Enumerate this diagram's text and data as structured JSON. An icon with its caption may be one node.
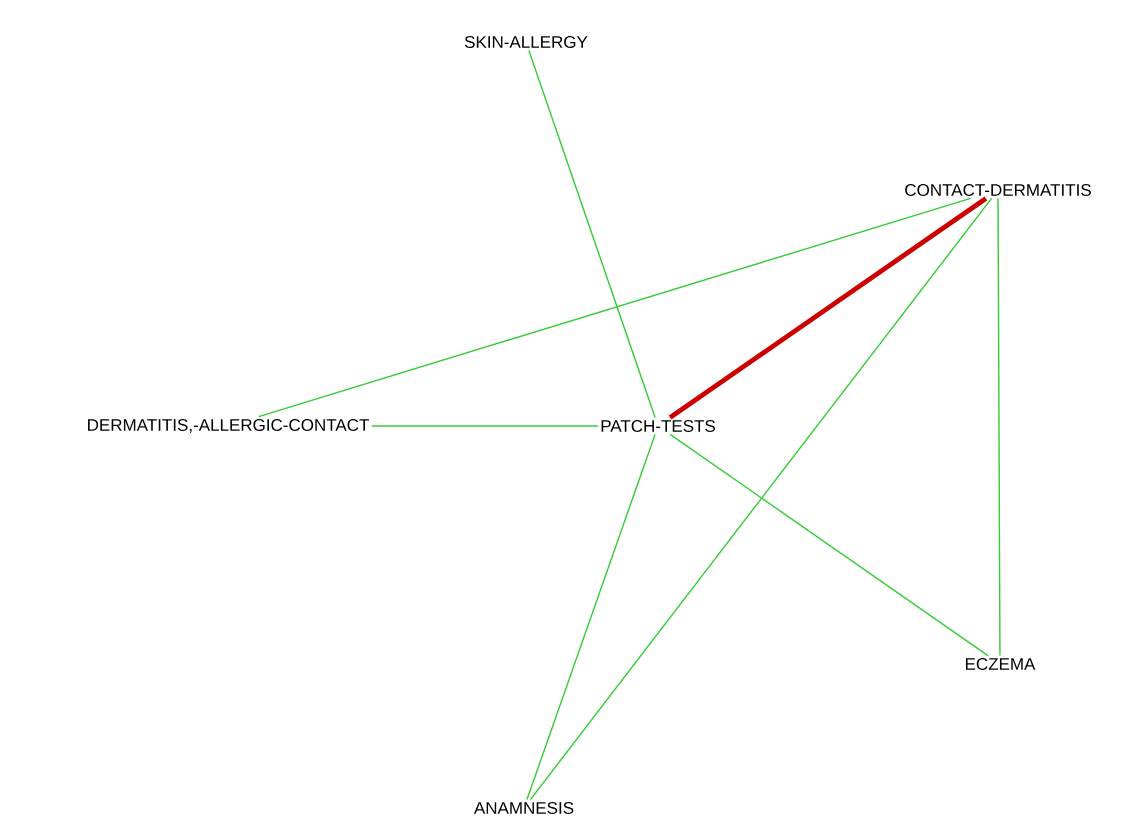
{
  "diagram": {
    "nodes": [
      {
        "text": [
          "SKIN-ALLERGY"
        ]
      },
      {
        "text": [
          "CONTACT-DERMATITIS"
        ]
      },
      {
        "text": [
          "DERMATITIS,-ALLERGIC-CONTACT"
        ]
      },
      {
        "text": [
          "PATCH-TESTS"
        ]
      },
      {
        "text": [
          "ECZEMA"
        ]
      },
      {
        "text": [
          "ANAMNESIS"
        ]
      }
    ],
    "edges": [
      {
        "from": 0,
        "to": 3,
        "arrow": "none"
      },
      {
        "from": 1,
        "to": 2,
        "arrow": "none"
      },
      {
        "from": 1,
        "to": 3,
        "arrow": "none",
        "style": "thick",
        "color": "#cc0000"
      },
      {
        "from": 1,
        "to": 5,
        "arrow": "none"
      },
      {
        "from": 1,
        "to": 4,
        "arrow": "none"
      },
      {
        "from": 2,
        "to": 3,
        "arrow": "none"
      },
      {
        "from": 3,
        "to": 4,
        "arrow": "none"
      },
      {
        "from": 3,
        "to": 5,
        "arrow": "none"
      }
    ]
  }
}
